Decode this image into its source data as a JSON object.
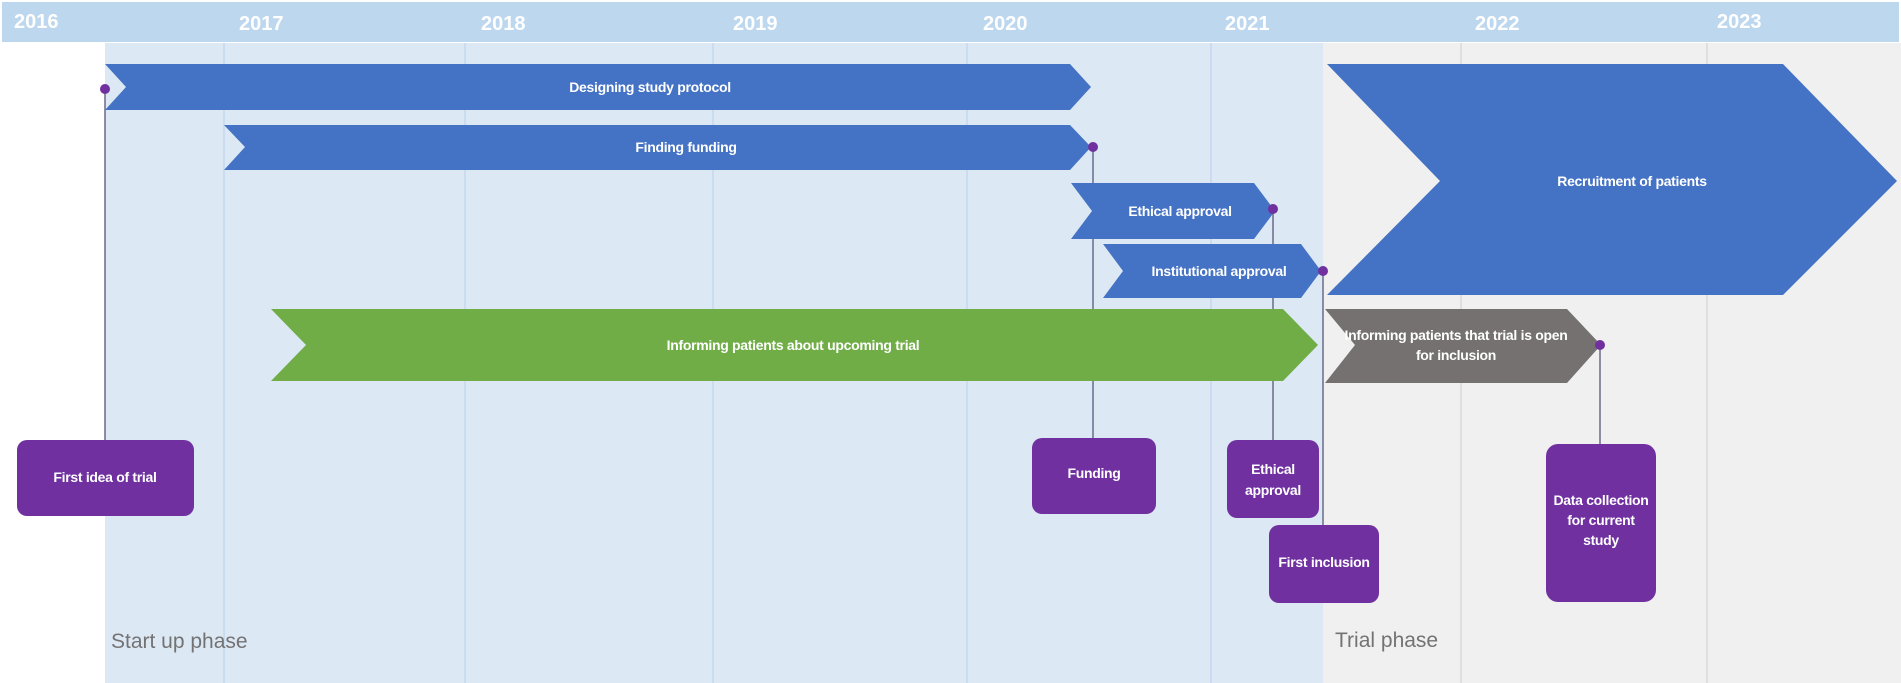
{
  "years": [
    "2016",
    "2017",
    "2018",
    "2019",
    "2020",
    "2021",
    "2022",
    "2023"
  ],
  "bars": [
    {
      "label": "Designing study protocol"
    },
    {
      "label": "Finding funding"
    },
    {
      "label": "Ethical approval"
    },
    {
      "label": "Institutional approval"
    },
    {
      "label": "Informing patients about upcoming trial"
    },
    {
      "label": "Recruitment of patients"
    },
    {
      "label_lines": [
        "Informing patients that trial is open",
        "for inclusion"
      ]
    }
  ],
  "milestones": [
    {
      "lines": [
        "First idea of trial"
      ]
    },
    {
      "lines": [
        "Funding"
      ]
    },
    {
      "lines": [
        "Ethical",
        "approval"
      ]
    },
    {
      "lines": [
        "First inclusion"
      ]
    },
    {
      "lines": [
        "Data collection",
        "for current",
        "study"
      ]
    }
  ],
  "phases": {
    "startup": "Start up phase",
    "trial": "Trial phase"
  },
  "colors": {
    "header": "#bdd7ee",
    "startup_bg": "#dde8f5",
    "trial_bg": "#f0f0f0",
    "bar_blue": "#4472c4",
    "bar_green": "#70ad47",
    "bar_gray": "#767171",
    "milestone": "#7030a0"
  }
}
